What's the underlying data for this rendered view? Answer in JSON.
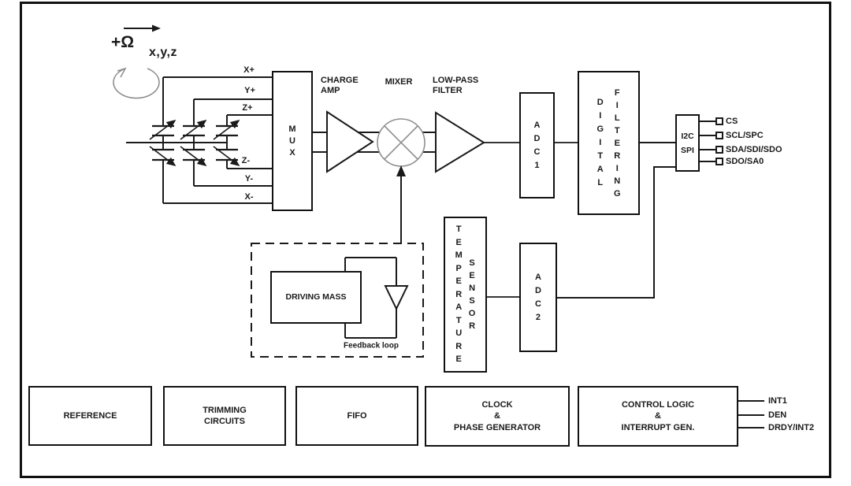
{
  "rotation": {
    "omega": "+Ω",
    "axes": "x,y,z"
  },
  "electrodes": {
    "labels": [
      "X+",
      "Y+",
      "Z+",
      "Z-",
      "Y-",
      "X-"
    ]
  },
  "analog_chain": {
    "mux": "MUX",
    "charge_amp": "CHARGE\nAMP",
    "mixer": "MIXER",
    "low_pass": "LOW-PASS\nFILTER",
    "adc1": "ADC1"
  },
  "digital_chain": {
    "digital": "DIGITAL",
    "filtering": "FILTERING",
    "interface": "I2C\nSPI"
  },
  "temperature_chain": {
    "temperature": "TEMPERATURE",
    "sensor": "SENSOR",
    "adc2": "ADC2"
  },
  "drive_loop": {
    "driving_mass": "DRIVING MASS",
    "feedback": "Feedback loop"
  },
  "bottom_blocks": {
    "reference": "REFERENCE",
    "trimming": "TRIMMING\nCIRCUITS",
    "fifo": "FIFO",
    "clock": "CLOCK\n&\nPHASE GENERATOR",
    "control": "CONTROL LOGIC\n&\nINTERRUPT GEN."
  },
  "pins": {
    "serial": [
      "CS",
      "SCL/SPC",
      "SDA/SDI/SDO",
      "SDO/SA0"
    ],
    "interrupts": [
      "INT1",
      "DEN",
      "DRDY/INT2"
    ]
  },
  "colors": {
    "line": "#1a1a1a",
    "muted_gray": "#8f8f8f",
    "background": "#ffffff"
  }
}
